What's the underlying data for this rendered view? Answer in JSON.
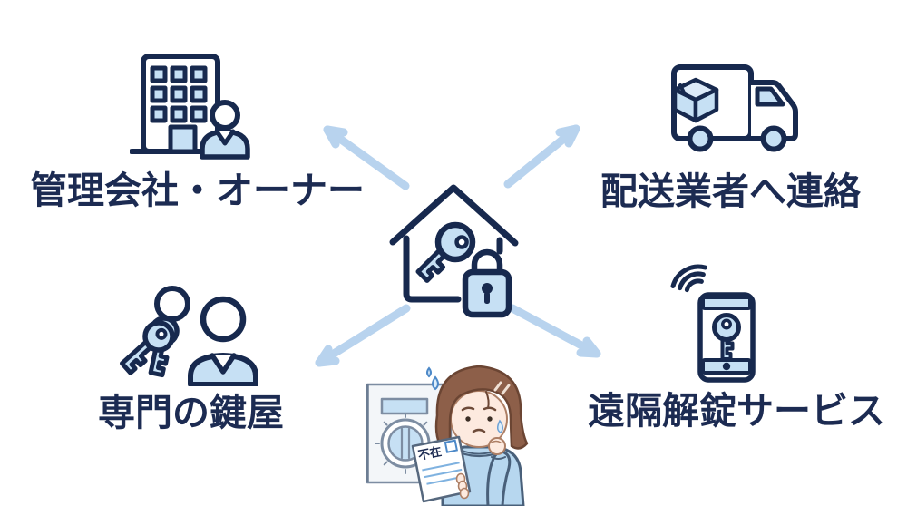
{
  "colors": {
    "bg": "#ffffff",
    "navy_text": "#1c2b52",
    "icon_stroke": "#17294e",
    "icon_fill": "#c6e0f4",
    "icon_fill_light": "#dceaf8",
    "arrow": "#b8d3ee",
    "panel_gray": "#f3f6f9",
    "panel_stroke": "#7d8da2",
    "skin": "#fdeadf",
    "skin_line": "#ad7f65",
    "hair": "#8d5f49",
    "hair_line": "#6b4533",
    "hoodie": "#b7d7ef",
    "hoodie_line": "#49607a",
    "sweat_fill": "#ddeefb",
    "sweat_line": "#4d89c8",
    "paper_blue": "#7fb2e0"
  },
  "center": {
    "icon": "house-with-key-and-padlock-icon"
  },
  "options": [
    {
      "position": "top-left",
      "icon": "apartment-building-owner-icon",
      "label": "管理会社・オーナー"
    },
    {
      "position": "top-right",
      "icon": "delivery-truck-icon",
      "label": "配送業者へ連絡"
    },
    {
      "position": "bottom-left",
      "icon": "keys-and-locksmith-icon",
      "label": "専門の鍵屋"
    },
    {
      "position": "bottom-right",
      "icon": "smartphone-remote-key-icon",
      "label": "遠隔解錠サービス"
    }
  ],
  "illustration": {
    "figure": "worried-woman-with-missed-delivery-notice",
    "device": "dial-lock-panel",
    "paper_label": "不在"
  }
}
